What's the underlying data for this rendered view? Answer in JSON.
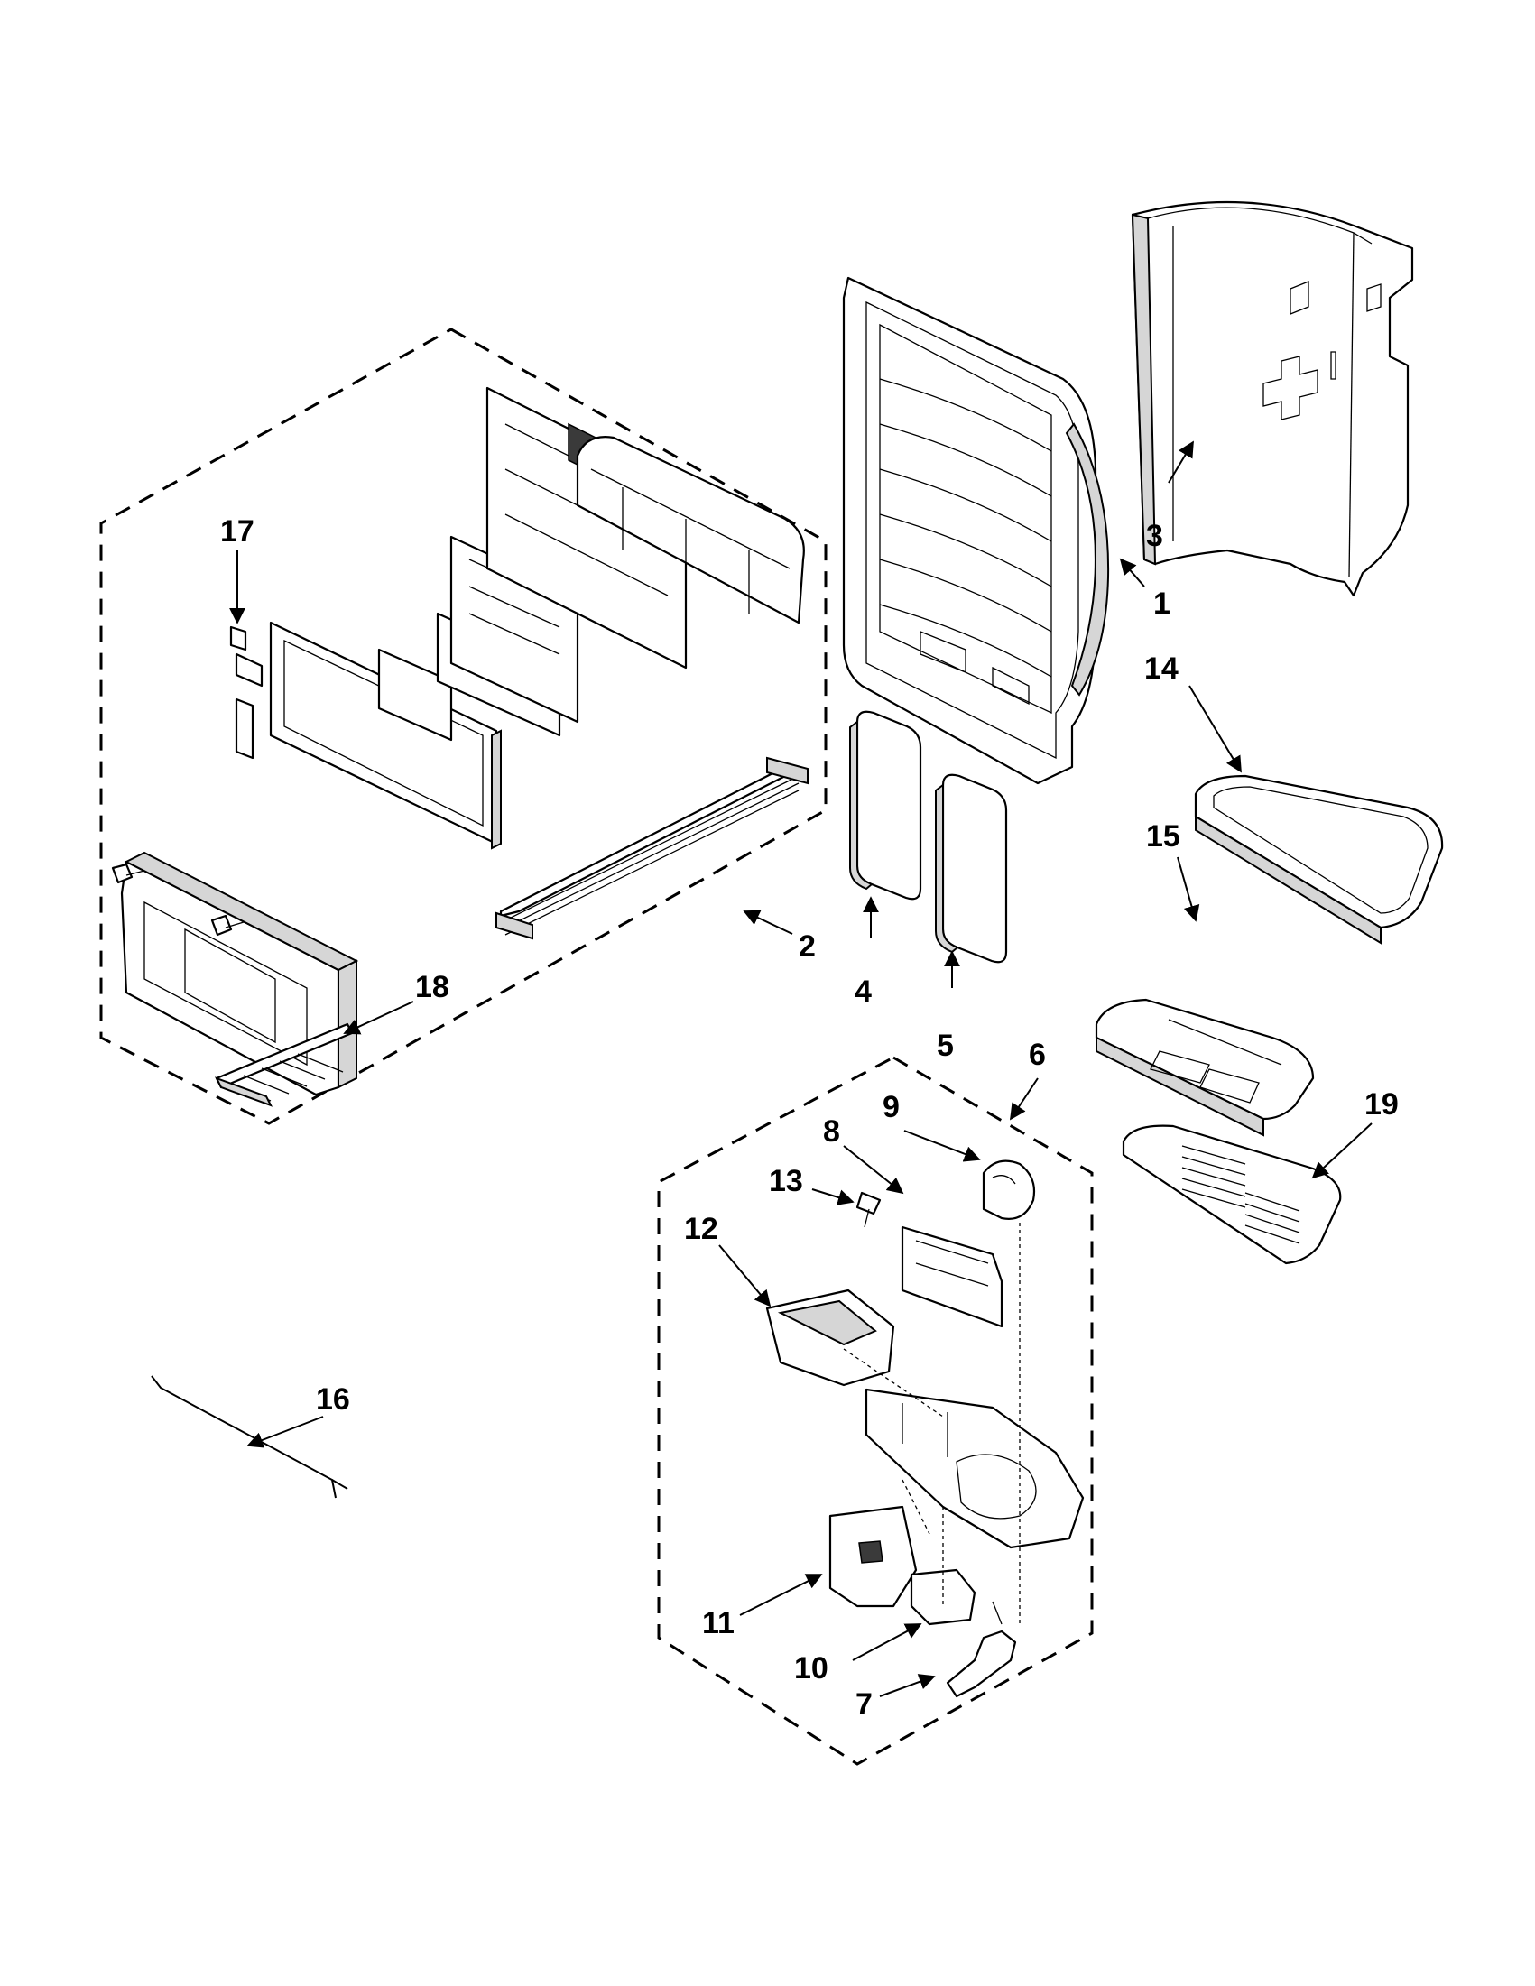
{
  "diagram": {
    "callouts": [
      "1",
      "2",
      "3",
      "4",
      "5",
      "6",
      "7",
      "8",
      "9",
      "10",
      "11",
      "12",
      "13",
      "14",
      "15",
      "16",
      "17",
      "18",
      "19"
    ],
    "colors": {
      "line": "#000000",
      "background": "#ffffff",
      "shade": "#d6d6d6"
    }
  }
}
